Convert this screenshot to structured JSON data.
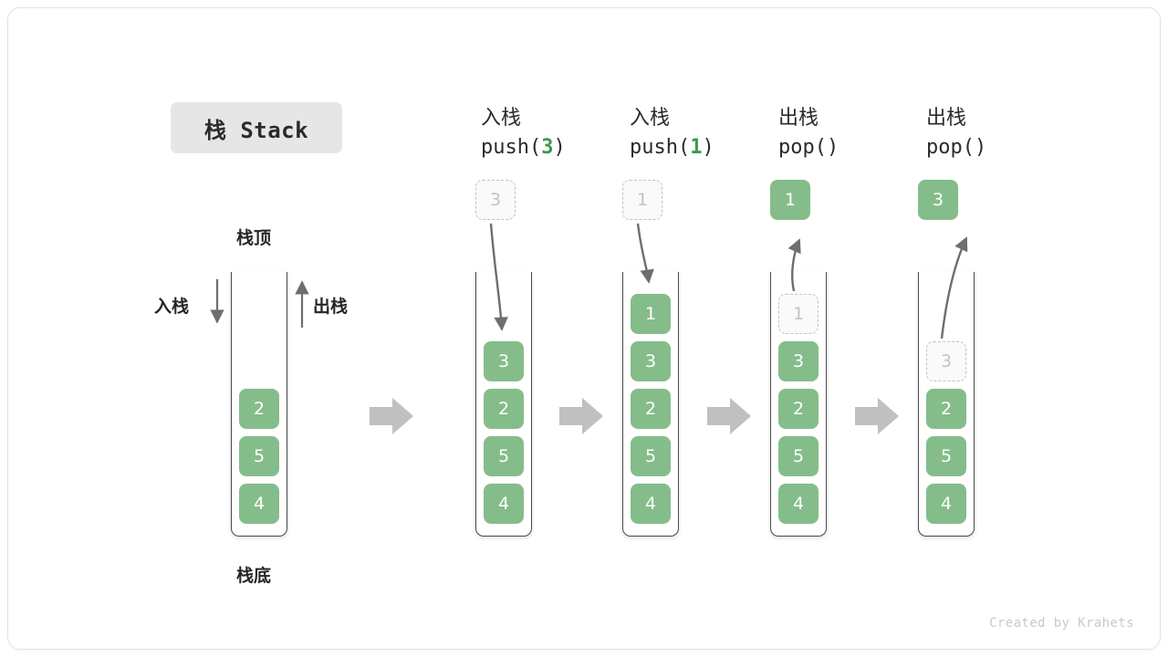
{
  "title": {
    "text": "栈 Stack"
  },
  "labels": {
    "top": "栈顶",
    "bottom": "栈底",
    "push_side": "入栈",
    "pop_side": "出栈"
  },
  "watermark": "Created by Krahets",
  "colors": {
    "cell_fill": "#85bd8a",
    "cell_text": "#ffffff",
    "ghost_border": "#c2c2c2",
    "ghost_text": "#c2c2c2",
    "ghost_fill": "#fafafa",
    "container_border": "#4a4a4a",
    "arrow_gray": "#6e6e6e",
    "step_arrow": "#c0c0c0",
    "accent_green": "#3c9a4a",
    "title_pill_bg": "#e6e6e6",
    "text_dark": "#2b2b2b"
  },
  "columns": [
    {
      "id": "initial",
      "head_line1": "",
      "head_line2_prefix": "",
      "head_line2_arg": "",
      "head_line2_suffix": "",
      "floating": null,
      "stack": [
        "2",
        "5",
        "4"
      ],
      "ghost_in_stack": null
    },
    {
      "id": "push-3",
      "head_line1": "入栈",
      "head_line2_prefix": "push(",
      "head_line2_arg": "3",
      "head_line2_suffix": ")",
      "floating": {
        "value": "3",
        "style": "ghost"
      },
      "stack": [
        "3",
        "2",
        "5",
        "4"
      ],
      "ghost_in_stack": null
    },
    {
      "id": "push-1",
      "head_line1": "入栈",
      "head_line2_prefix": "push(",
      "head_line2_arg": "1",
      "head_line2_suffix": ")",
      "floating": {
        "value": "1",
        "style": "ghost"
      },
      "stack": [
        "1",
        "3",
        "2",
        "5",
        "4"
      ],
      "ghost_in_stack": null
    },
    {
      "id": "pop-1",
      "head_line1": "出栈",
      "head_line2_prefix": "pop(",
      "head_line2_arg": "",
      "head_line2_suffix": ")",
      "floating": {
        "value": "1",
        "style": "solid"
      },
      "stack": [
        "3",
        "2",
        "5",
        "4"
      ],
      "ghost_in_stack": {
        "value": "1"
      }
    },
    {
      "id": "pop-3",
      "head_line1": "出栈",
      "head_line2_prefix": "pop(",
      "head_line2_arg": "",
      "head_line2_suffix": ")",
      "floating": {
        "value": "3",
        "style": "solid"
      },
      "stack": [
        "2",
        "5",
        "4"
      ],
      "ghost_in_stack": {
        "value": "3"
      }
    }
  ],
  "cells": {
    "c0_0": "2",
    "c0_1": "5",
    "c0_2": "4",
    "c1_float": "3",
    "c1_0": "3",
    "c1_1": "2",
    "c1_2": "5",
    "c1_3": "4",
    "c2_float": "1",
    "c2_0": "1",
    "c2_1": "3",
    "c2_2": "2",
    "c2_3": "5",
    "c2_4": "4",
    "c3_float": "1",
    "c3_ghost": "1",
    "c3_0": "3",
    "c3_1": "2",
    "c3_2": "5",
    "c3_3": "4",
    "c4_float": "3",
    "c4_ghost": "3",
    "c4_0": "2",
    "c4_1": "5",
    "c4_2": "4"
  },
  "heads": {
    "h1_l1": "入栈",
    "h1_pre": "push(",
    "h1_arg": "3",
    "h1_suf": ")",
    "h2_l1": "入栈",
    "h2_pre": "push(",
    "h2_arg": "1",
    "h2_suf": ")",
    "h3_l1": "出栈",
    "h3_pre": "pop(",
    "h3_arg": "",
    "h3_suf": ")",
    "h4_l1": "出栈",
    "h4_pre": "pop(",
    "h4_arg": "",
    "h4_suf": ")"
  }
}
